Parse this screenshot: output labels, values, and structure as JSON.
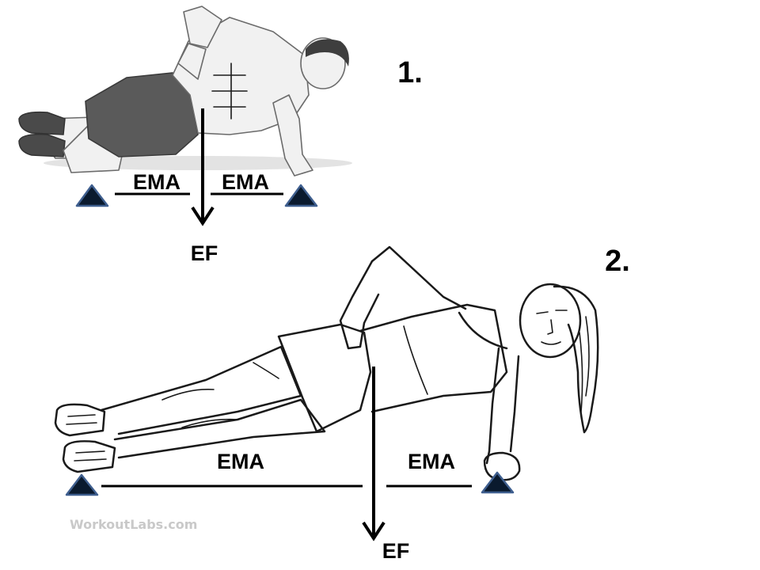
{
  "panel_1": {
    "number": "1.",
    "lever_left_label": "EMA",
    "lever_right_label": "EMA",
    "force_label": "EF"
  },
  "panel_2": {
    "number": "2.",
    "lever_left_label": "EMA",
    "lever_right_label": "EMA",
    "force_label": "EF"
  },
  "watermark": "WorkoutLabs.com",
  "colors": {
    "fulcrum_fill": "#0a1a2e",
    "fulcrum_stroke": "#3f5f8f",
    "lines": "#000000",
    "shorts_1": "#5a5a5a",
    "shoes_1": "#4a4a4a",
    "watermark": "#c9c9c9"
  },
  "icons": {
    "fulcrum": "triangle-fulcrum-icon",
    "force": "down-arrow-icon"
  }
}
